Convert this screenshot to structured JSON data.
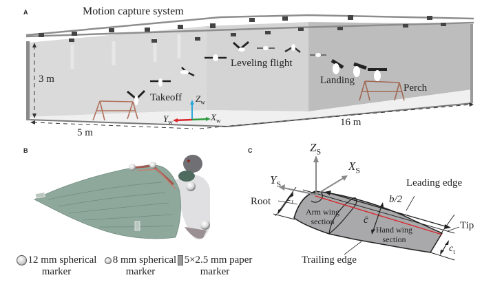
{
  "panels": {
    "a": {
      "letter": "A",
      "title": "Motion capture system",
      "phases": {
        "takeoff": "Takeoff",
        "leveling": "Leveling flight",
        "landing": "Landing",
        "perch": "Perch"
      },
      "dimensions": {
        "height": "3 m",
        "width": "5 m",
        "length": "16 m"
      },
      "axes": {
        "z": "Z",
        "y": "Y",
        "x": "X",
        "subscript": "w"
      },
      "colors": {
        "wall": "#d6d6d6",
        "side_wall": "#b9b9b9",
        "floor": "#eeeeee",
        "perch": "#b0705a",
        "axis_x": "#2f9a3d",
        "axis_y": "#d8262b",
        "axis_z": "#2aa7d8"
      }
    },
    "b": {
      "letter": "B",
      "legend": [
        {
          "symbol": "large-sphere",
          "line1": "12 mm spherical",
          "line2": "marker"
        },
        {
          "symbol": "small-sphere",
          "line1": "8 mm spherical",
          "line2": "marker"
        },
        {
          "symbol": "paper-rect",
          "line1": "5×2.5 mm paper",
          "line2": "marker"
        }
      ],
      "colors": {
        "feathers": "#8fa89c",
        "body": "#e2e2e4",
        "head": "#6f6f74"
      }
    },
    "c": {
      "letter": "C",
      "axes": {
        "z": "Z",
        "x": "X",
        "y": "Y",
        "subscript": "S"
      },
      "labels": {
        "root": "Root",
        "leading_edge": "Leading edge",
        "trailing_edge": "Trailing edge",
        "tip": "Tip",
        "half_span": "b/2",
        "root_chord": "c",
        "root_chord_sub": "r",
        "tip_chord": "c",
        "tip_chord_sub": "t",
        "mean_chord": "c̄",
        "arm_wing_1": "Arm wing",
        "arm_wing_2": "section",
        "hand_wing_1": "Hand wing",
        "hand_wing_2": "section"
      },
      "colors": {
        "wing_fill": "#a9a9ab",
        "mid_line": "#d8262b"
      }
    }
  }
}
